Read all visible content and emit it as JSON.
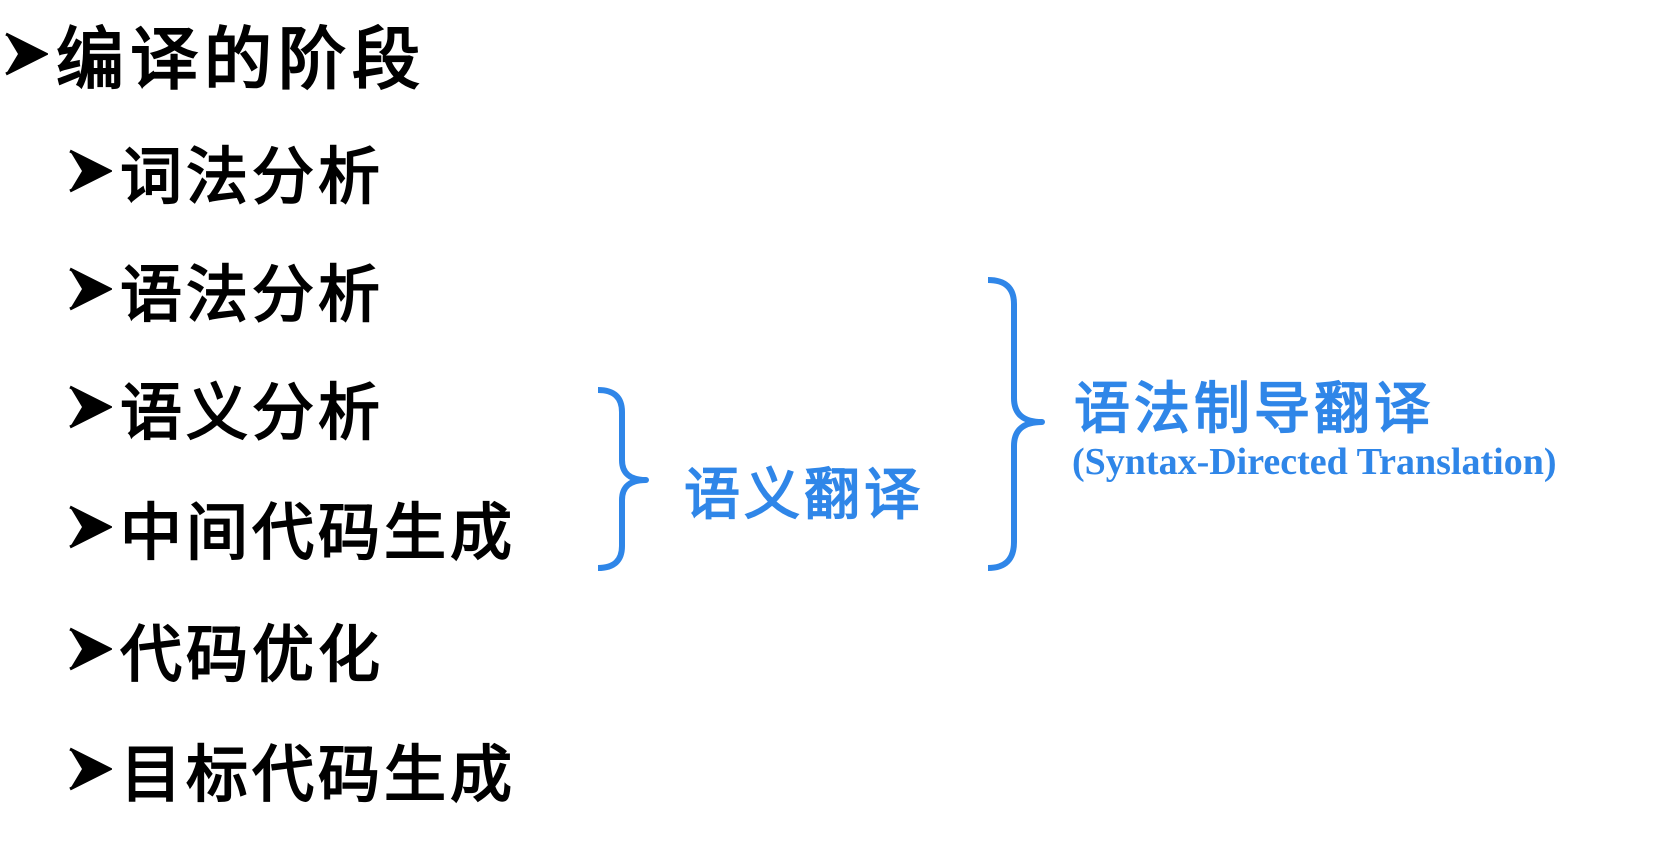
{
  "title": "编译的阶段",
  "stages": [
    "词法分析",
    "语法分析",
    "语义分析",
    "中间代码生成",
    "代码优化",
    "目标代码生成"
  ],
  "semantic_group": {
    "label": "语义翻译"
  },
  "syntax_directed_group": {
    "label": "语法制导翻译",
    "english": "(Syntax-Directed Translation)"
  },
  "colors": {
    "text": "#000000",
    "accent_blue": "#2f86e8"
  },
  "icons": {
    "bullet": "arrowhead-bullet-icon",
    "brace": "right-curly-brace-icon"
  }
}
